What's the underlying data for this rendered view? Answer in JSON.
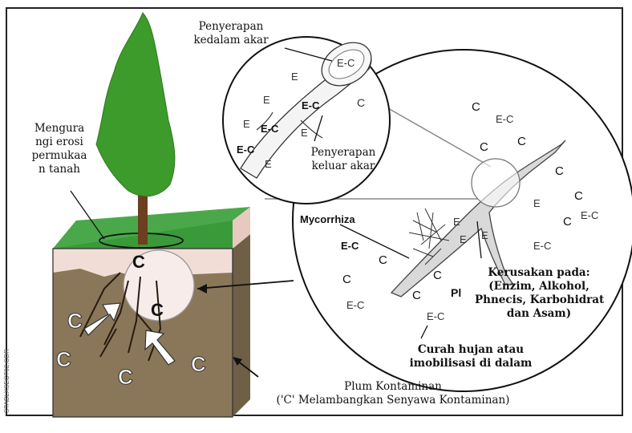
{
  "labels": {
    "uptake_in": [
      "Penyerapan",
      "kedalam akar"
    ],
    "uptake_out": [
      "Penyerapan",
      "keluar akar"
    ],
    "erosion": [
      "Mengura",
      "ngi erosi",
      "permukaa",
      "n tanah"
    ],
    "damage": [
      "Kerusakan pada:",
      "(Enzim, Alkohol,",
      "Phnecis, Karbohidrat",
      "dan Asam)"
    ],
    "rain": [
      "Curah hujan atau",
      "imobilisasi di dalam"
    ],
    "plume": [
      "Plum Kontaminan",
      "('C' Melambangkan Senyawa Kontaminan)"
    ],
    "mycorrhiza": "Mycorrhiza",
    "credit": "STABLXSECT02.CDR"
  },
  "symbols": {
    "contaminant": "C",
    "complex": "E-C",
    "enzyme": "E",
    "pl": "Pl"
  },
  "colors": {
    "tree": "#3c9b2a",
    "grass": "#3a9a3a",
    "topsoil": "#f2ddd6",
    "subsoil": "#8a7759",
    "subsoil_side": "#6f5f46",
    "root_ball": "#f7ecea"
  }
}
